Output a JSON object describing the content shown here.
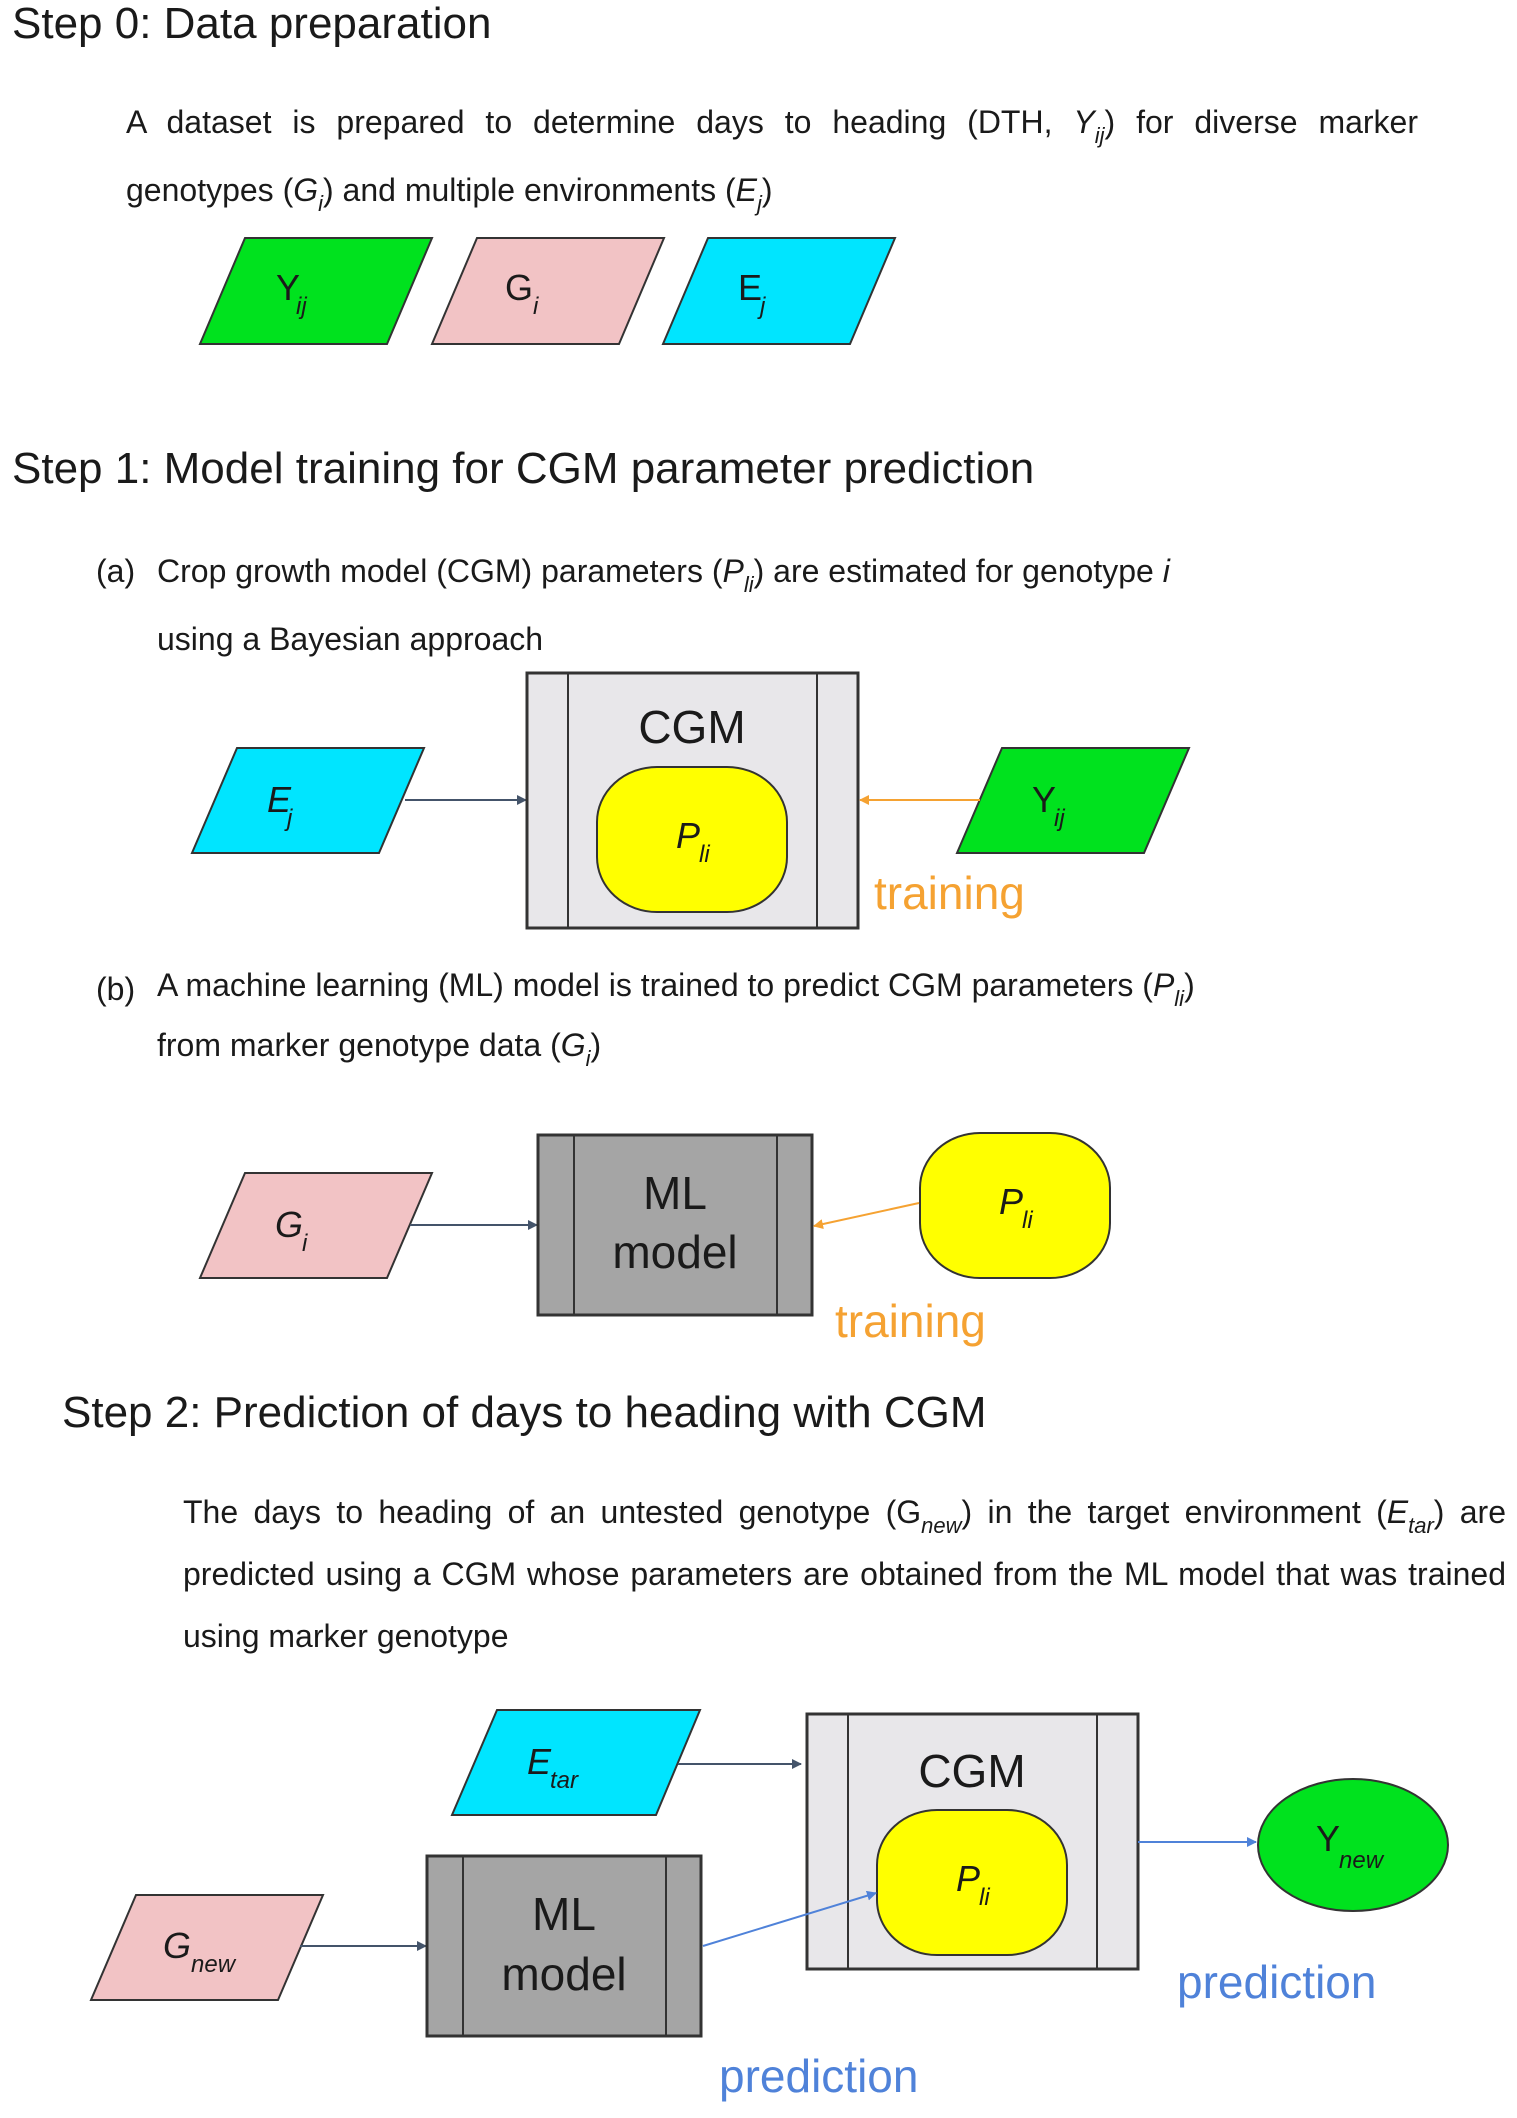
{
  "step0": {
    "heading": "Step 0: Data preparation",
    "text": {
      "a": "A dataset is prepared to determine days to heading (DTH, ",
      "y_sym": "Y",
      "y_sub": "ij",
      "b": ") for diverse marker genotypes (",
      "g_sym": "G",
      "g_sub": "i",
      "c": ") and multiple environments (",
      "e_sym": "E",
      "e_sub": "j",
      "d": ")"
    },
    "shapes": [
      {
        "sym": "Y",
        "sub": "ij",
        "color": "#00E21E"
      },
      {
        "sym": "G",
        "sub": "i",
        "color": "#F2C3C5"
      },
      {
        "sym": "E",
        "sub": "j",
        "color": "#00E5FF"
      }
    ]
  },
  "step1": {
    "heading": "Step 1: Model training for CGM parameter prediction",
    "a": {
      "label": "(a)",
      "t1": "Crop growth model (CGM) parameters (",
      "p_sym": "P",
      "p_sub": "li",
      "t2": ") are estimated for genotype ",
      "i_sym": "i",
      "line2": "using a Bayesian approach",
      "cgm_label": "CGM",
      "param_sym": "P",
      "param_sub": "li",
      "e_sym": "E",
      "e_sub": "j",
      "y_sym": "Y",
      "y_sub": "ij",
      "training": "training"
    },
    "b": {
      "label": "(b)",
      "t1": "A machine learning (ML) model is trained to predict CGM parameters (",
      "p_sym": "P",
      "p_sub": "li",
      "t2": ")",
      "line2a": "from marker genotype data (",
      "g_sym": "G",
      "g_sub": "i",
      "line2b": ")",
      "ml_line1": "ML",
      "ml_line2": "model",
      "g_shape_sym": "G",
      "g_shape_sub": "i",
      "param_sym": "P",
      "param_sub": "li",
      "training": "training"
    }
  },
  "step2": {
    "heading": "Step 2: Prediction of days to heading with CGM",
    "t1": "The days to heading of an untested genotype (G",
    "gnew_sub": "new",
    "t2": ") in the target environment (",
    "e_sym": "E",
    "etar_sub": "tar",
    "t3": ") are predicted using a CGM whose parameters are obtained from the ML model that was trained using marker genotype",
    "etar_shape_sym": "E",
    "etar_shape_sub": "tar",
    "gnew_shape_sym": "G",
    "gnew_shape_sub": "new",
    "ml_line1": "ML",
    "ml_line2": "model",
    "cgm_label": "CGM",
    "param_sym": "P",
    "param_sub": "li",
    "ynew_sym": "Y",
    "ynew_sub": "new",
    "prediction_right": "prediction",
    "prediction_bottom": "prediction"
  },
  "colors": {
    "green": "#00E21E",
    "pink": "#F2C3C5",
    "cyan": "#00E5FF",
    "yellow": "#FFFF00",
    "box_light": "#E8E7EA",
    "box_dark": "#A5A5A5",
    "arrow_dark": "#44546A",
    "arrow_orange": "#F5A232",
    "arrow_blue": "#4F82D9"
  }
}
